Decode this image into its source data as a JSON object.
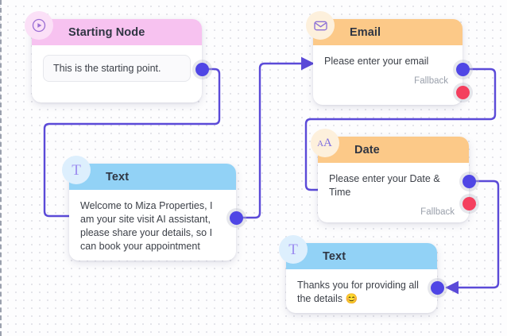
{
  "canvas": {
    "background_color": "#fdfdfe",
    "grid_dot_color": "#dfe0e6",
    "edge_color": "#5b4ad8",
    "accent_port_color": "#4f46e5",
    "error_port_color": "#f43f5e"
  },
  "nodes": [
    {
      "id": "starting-node",
      "type": "start",
      "title": "Starting Node",
      "header_color": "#f7c2f0",
      "badge_color": "#fbe0f7",
      "icon": "play-circle-icon",
      "body_text": "This is the starting point.",
      "has_fallback": false
    },
    {
      "id": "email-node",
      "type": "email",
      "title": "Email",
      "header_color": "#fcc988",
      "badge_color": "#fdf0dc",
      "icon": "envelope-icon",
      "body_text": "Please enter your email",
      "has_fallback": true,
      "fallback_label": "Fallback"
    },
    {
      "id": "text-node-1",
      "type": "text",
      "title": "Text",
      "header_color": "#92d2f6",
      "badge_color": "#ddeffd",
      "icon": "text-t-icon",
      "body_text": "Welcome to Miza Properties, I am your site visit AI assistant, please share your details, so I can book your appointment",
      "has_fallback": false
    },
    {
      "id": "date-node",
      "type": "date",
      "title": "Date",
      "header_color": "#fcc988",
      "badge_color": "#fdf0dc",
      "icon": "font-size-aa-icon",
      "body_text": "Please enter your Date & Time",
      "has_fallback": true,
      "fallback_label": "Fallback"
    },
    {
      "id": "text-node-2",
      "type": "text",
      "title": "Text",
      "header_color": "#92d2f6",
      "badge_color": "#ddeffd",
      "icon": "text-t-icon",
      "body_text": "Thanks you for providing all the details 😊",
      "has_fallback": false
    }
  ],
  "edges": [
    {
      "id": "edge-start-to-text1",
      "from": "starting-node",
      "to": "text-node-1"
    },
    {
      "id": "edge-text1-to-email",
      "from": "text-node-1",
      "to": "email-node"
    },
    {
      "id": "edge-email-to-date",
      "from": "email-node",
      "to": "date-node"
    },
    {
      "id": "edge-date-to-text2",
      "from": "date-node",
      "to": "text-node-2"
    }
  ]
}
